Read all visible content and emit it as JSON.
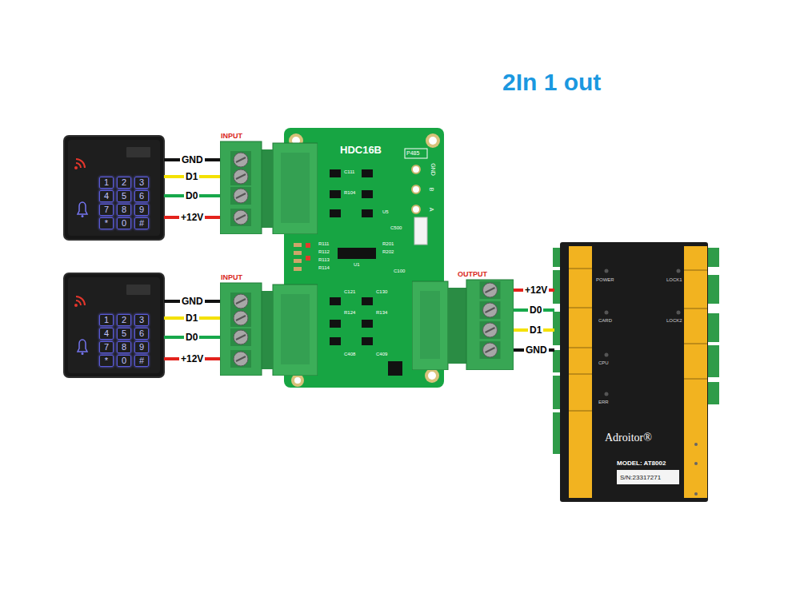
{
  "diagram": {
    "title": "2In 1 out",
    "nodes": [
      {
        "text": [
          "1",
          "2",
          "3",
          "4",
          "5",
          "6",
          "7",
          "8",
          "9",
          "*",
          "0",
          "#"
        ]
      },
      {
        "text": [
          "INPUT"
        ]
      },
      {
        "text": [
          "HDC16B"
        ]
      },
      {
        "text": [
          "1",
          "2",
          "3",
          "4",
          "5",
          "6",
          "7",
          "8",
          "9",
          "*",
          "0",
          "#"
        ]
      },
      {
        "text": [
          "INPUT"
        ]
      },
      {
        "text": [
          "OUTPUT"
        ]
      },
      {
        "text": [
          "POWER",
          "LOCK1",
          "CARD",
          "LOCK2",
          "CPU",
          "ERR",
          "Adroitor®",
          "MODEL: AT8002",
          "S/N:23317271"
        ]
      }
    ],
    "edges": [
      {
        "from": 0,
        "to": 1,
        "label": "GND",
        "arrow": "none"
      },
      {
        "from": 0,
        "to": 1,
        "label": "D1",
        "arrow": "none"
      },
      {
        "from": 0,
        "to": 1,
        "label": "D0",
        "arrow": "none"
      },
      {
        "from": 0,
        "to": 1,
        "label": "+12V",
        "arrow": "none"
      },
      {
        "from": 3,
        "to": 4,
        "label": "GND",
        "arrow": "none"
      },
      {
        "from": 3,
        "to": 4,
        "label": "D1",
        "arrow": "none"
      },
      {
        "from": 3,
        "to": 4,
        "label": "D0",
        "arrow": "none"
      },
      {
        "from": 3,
        "to": 4,
        "label": "+12V",
        "arrow": "none"
      },
      {
        "from": 5,
        "to": 6,
        "label": "+12V",
        "arrow": "none"
      },
      {
        "from": 5,
        "to": 6,
        "label": "D0",
        "arrow": "none"
      },
      {
        "from": 5,
        "to": 6,
        "label": "D1",
        "arrow": "none"
      },
      {
        "from": 5,
        "to": 6,
        "label": "GND",
        "arrow": "none"
      }
    ],
    "labels": [
      "P485",
      "GND",
      "B",
      "A",
      "C111",
      "R104",
      "U5",
      "C500",
      "R111",
      "R112",
      "R113",
      "R114",
      "U1",
      "R201",
      "R202",
      "C100",
      "C121",
      "R124",
      "C130",
      "R134",
      "C408",
      "C409"
    ]
  }
}
